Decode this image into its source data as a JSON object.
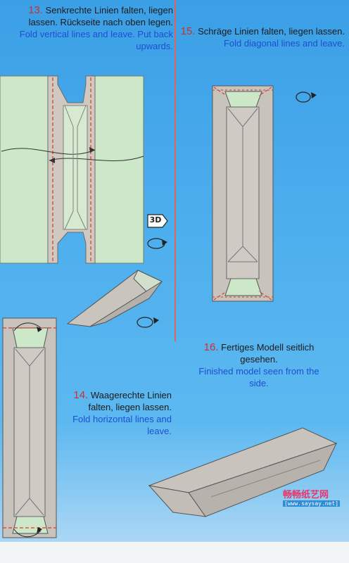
{
  "steps": {
    "s13": {
      "num": "13.",
      "de": "Senkrechte Linien falten, liegen lassen. Rückseite nach oben legen.",
      "en": "Fold vertical lines and leave. Put back upwards."
    },
    "s15": {
      "num": "15.",
      "de": "Schräge Linien falten, liegen lassen.",
      "en": "Fold diagonal lines and leave."
    },
    "s14": {
      "num": "14.",
      "de": "Waagerechte Linien falten, liegen lassen.",
      "en": "Fold horizontal lines and leave."
    },
    "s16": {
      "num": "16.",
      "de": "Fertiges Modell seitlich gesehen.",
      "en": "Finished model seen from the side."
    }
  },
  "badge": "3D",
  "watermark": {
    "brand": "畅畅纸艺网",
    "url": "[www.saysay.net]"
  },
  "colors": {
    "background": "#4fb0ee",
    "paper_light": "#cde8c9",
    "paper_gray": "#c8c3bd",
    "fold_red": "#d83b2b",
    "text_german": "#1b1b1b",
    "text_english": "#1e4fd0",
    "step_number": "#c8332b"
  }
}
